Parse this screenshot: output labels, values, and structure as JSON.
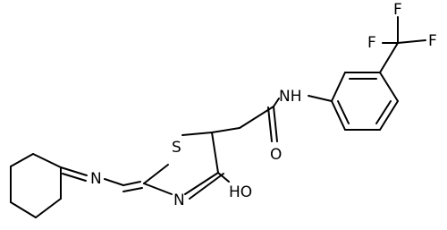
{
  "molecule": {
    "atoms": {
      "F_top": "F",
      "F_left": "F",
      "F_right": "F",
      "NH": "NH",
      "O": "O",
      "S": "S",
      "N_hydrazone": "N",
      "N_ring": "N",
      "HO": "HO"
    }
  },
  "colors": {
    "bond": "#000000",
    "label": "#000000",
    "background": "#ffffff"
  }
}
